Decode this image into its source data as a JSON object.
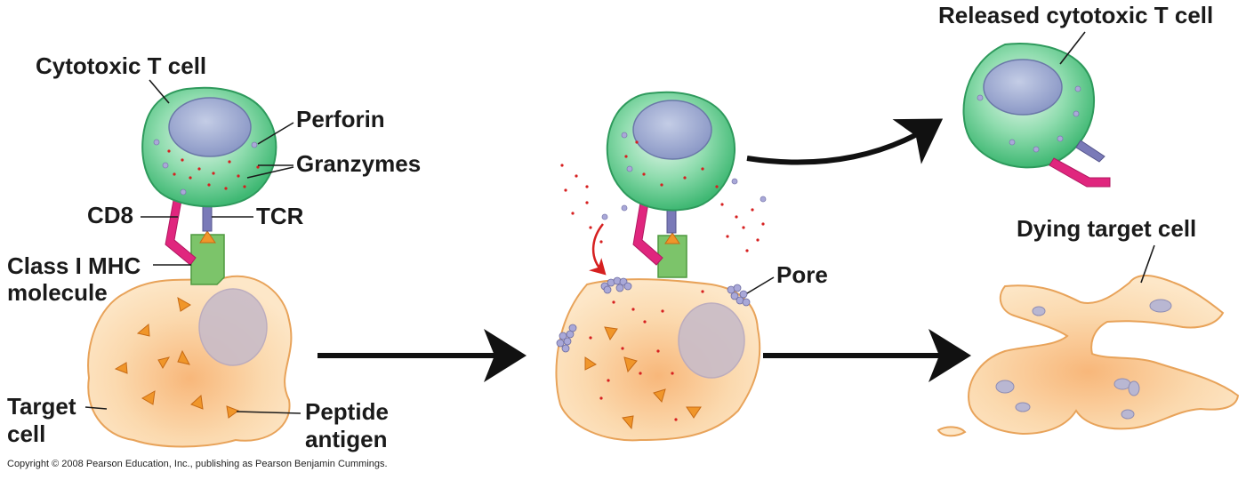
{
  "labels": {
    "cytotoxic_t_cell": "Cytotoxic T cell",
    "perforin": "Perforin",
    "granzymes": "Granzymes",
    "cd8": "CD8",
    "tcr": "TCR",
    "class_i_mhc_line1": "Class I MHC",
    "class_i_mhc_line2": "molecule",
    "target_cell_line1": "Target",
    "target_cell_line2": "cell",
    "peptide_antigen_line1": "Peptide",
    "peptide_antigen_line2": "antigen",
    "pore": "Pore",
    "released_cytotoxic_t_cell": "Released cytotoxic T cell",
    "dying_target_cell": "Dying target cell"
  },
  "copyright": "Copyright © 2008 Pearson Education, Inc., publishing as Pearson Benjamin Cummings.",
  "colors": {
    "t_cell_fill": "#5ec98a",
    "t_cell_edge": "#2e9a5c",
    "nucleus": "#9aa8cf",
    "target_fill": "#f5c48a",
    "target_edge": "#e8a35a",
    "cd8": "#e0267e",
    "tcr": "#7a7ab8",
    "mhc": "#7cc46a",
    "antigen": "#f0962a",
    "granzyme": "#d62020",
    "perforin": "#a9a8d8",
    "red_arrow": "#d62020"
  }
}
